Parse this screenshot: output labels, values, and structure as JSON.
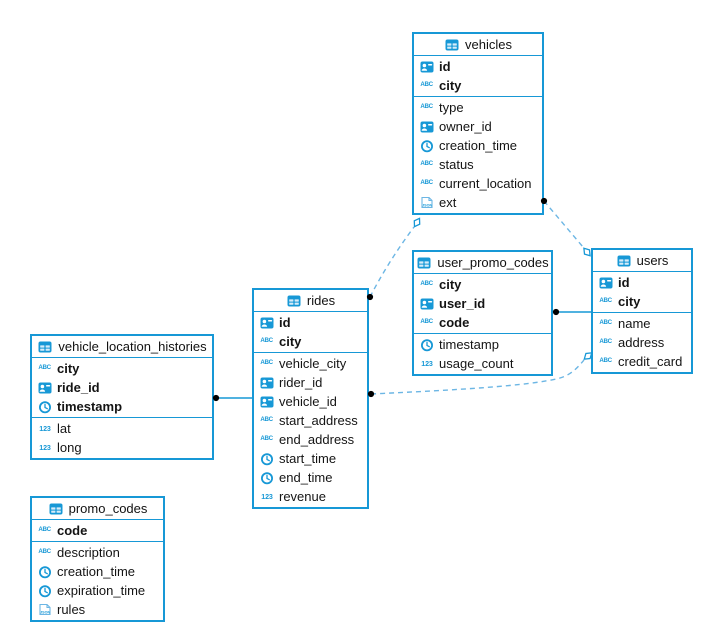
{
  "colors": {
    "accent": "#1798d6",
    "dashed_line": "#6cb6e4",
    "solid_line": "#1798d6",
    "endpoint_dot": "#000000",
    "icon_cell": "#d6ecf9",
    "text": "#141414",
    "background": "#ffffff"
  },
  "icons": {
    "table": "table-icon",
    "ref": "id-badge-icon",
    "text": "text-type-icon",
    "number": "number-type-icon",
    "datetime": "clock-type-icon",
    "json": "json-type-icon"
  },
  "tables": [
    {
      "name": "vehicles",
      "keys": [
        {
          "type": "ref",
          "label": "id"
        },
        {
          "type": "text",
          "label": "city"
        }
      ],
      "columns": [
        {
          "type": "text",
          "label": "type"
        },
        {
          "type": "ref",
          "label": "owner_id"
        },
        {
          "type": "datetime",
          "label": "creation_time"
        },
        {
          "type": "text",
          "label": "status"
        },
        {
          "type": "text",
          "label": "current_location"
        },
        {
          "type": "json",
          "label": "ext"
        }
      ]
    },
    {
      "name": "user_promo_codes",
      "keys": [
        {
          "type": "text",
          "label": "city"
        },
        {
          "type": "ref",
          "label": "user_id"
        },
        {
          "type": "text",
          "label": "code"
        }
      ],
      "columns": [
        {
          "type": "datetime",
          "label": "timestamp"
        },
        {
          "type": "number",
          "label": "usage_count"
        }
      ]
    },
    {
      "name": "users",
      "keys": [
        {
          "type": "ref",
          "label": "id"
        },
        {
          "type": "text",
          "label": "city"
        }
      ],
      "columns": [
        {
          "type": "text",
          "label": "name"
        },
        {
          "type": "text",
          "label": "address"
        },
        {
          "type": "text",
          "label": "credit_card"
        }
      ]
    },
    {
      "name": "rides",
      "keys": [
        {
          "type": "ref",
          "label": "id"
        },
        {
          "type": "text",
          "label": "city"
        }
      ],
      "columns": [
        {
          "type": "text",
          "label": "vehicle_city"
        },
        {
          "type": "ref",
          "label": "rider_id"
        },
        {
          "type": "ref",
          "label": "vehicle_id"
        },
        {
          "type": "text",
          "label": "start_address"
        },
        {
          "type": "text",
          "label": "end_address"
        },
        {
          "type": "datetime",
          "label": "start_time"
        },
        {
          "type": "datetime",
          "label": "end_time"
        },
        {
          "type": "number",
          "label": "revenue"
        }
      ]
    },
    {
      "name": "vehicle_location_histories",
      "keys": [
        {
          "type": "text",
          "label": "city"
        },
        {
          "type": "ref",
          "label": "ride_id"
        },
        {
          "type": "datetime",
          "label": "timestamp"
        }
      ],
      "columns": [
        {
          "type": "number",
          "label": "lat"
        },
        {
          "type": "number",
          "label": "long"
        }
      ]
    },
    {
      "name": "promo_codes",
      "keys": [
        {
          "type": "text",
          "label": "code"
        }
      ],
      "columns": [
        {
          "type": "text",
          "label": "description"
        },
        {
          "type": "datetime",
          "label": "creation_time"
        },
        {
          "type": "datetime",
          "label": "expiration_time"
        },
        {
          "type": "json",
          "label": "rules"
        }
      ]
    }
  ],
  "relationships": [
    {
      "from": "rides",
      "to": "vehicles",
      "style": "dashed"
    },
    {
      "from": "vehicles",
      "to": "users",
      "style": "dashed"
    },
    {
      "from": "user_promo_codes",
      "to": "users",
      "style": "solid"
    },
    {
      "from": "rides",
      "to": "users",
      "style": "dashed"
    },
    {
      "from": "vehicle_location_histories",
      "to": "rides",
      "style": "solid"
    }
  ]
}
